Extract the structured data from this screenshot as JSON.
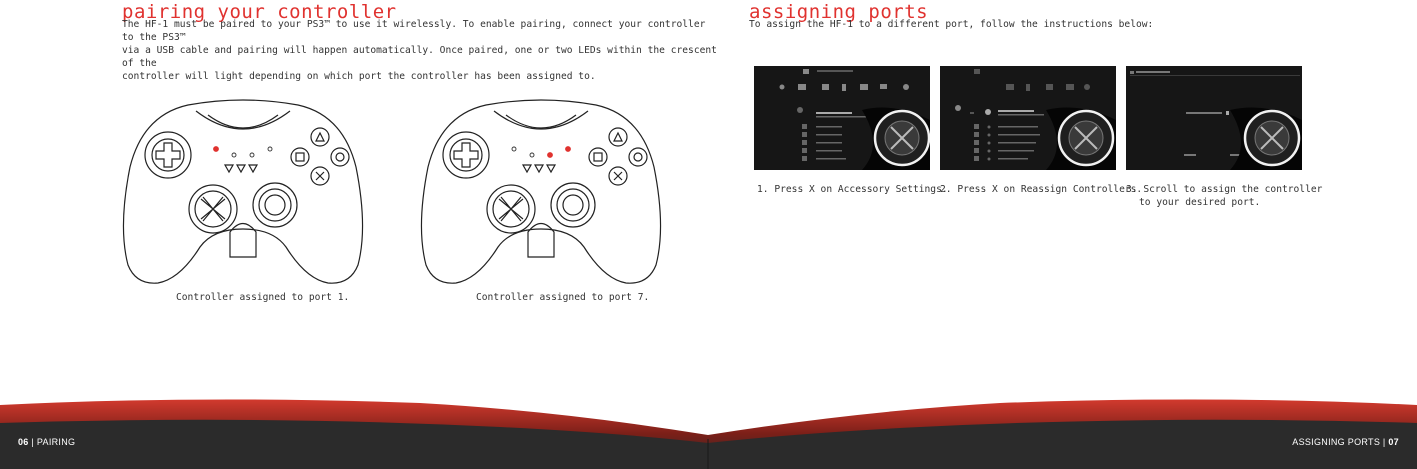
{
  "left_page": {
    "title": "pairing your controller",
    "paragraph_lines": [
      "The HF-1 must be paired to your PS3™ to use it wirelessly. To enable pairing, connect your controller to the PS3™",
      "via a USB cable and pairing will happen automatically. Once paired, one or two LEDs within the crescent of the",
      "controller will light depending on which port the controller has been assigned to."
    ],
    "controllers": [
      {
        "caption": "Controller assigned to port 1.",
        "lit_leds": [
          1
        ]
      },
      {
        "caption": "Controller assigned to port 7.",
        "lit_leds": [
          3,
          4
        ]
      }
    ],
    "footer": {
      "page_number": "06",
      "separator": " | ",
      "section": "PAIRING"
    }
  },
  "right_page": {
    "title": "assigning ports",
    "paragraph": "To assign the HF-1 to a different port, follow the instructions below:",
    "steps": [
      {
        "number": "1.",
        "text": "Press X on Accessory Settings."
      },
      {
        "number": "2.",
        "text": "Press X on Reassign Controllers."
      },
      {
        "number": "3.",
        "text": "Scroll to assign the controller",
        "text_line2": "to your desired port."
      }
    ],
    "footer": {
      "section": "ASSIGNING PORTS",
      "separator": " | ",
      "page_number": "07"
    }
  },
  "colors": {
    "accent": "#e0322f",
    "led_on": "#e0322f",
    "footer_bg": "#2a2a2a",
    "footer_glow": "#c0392b"
  }
}
